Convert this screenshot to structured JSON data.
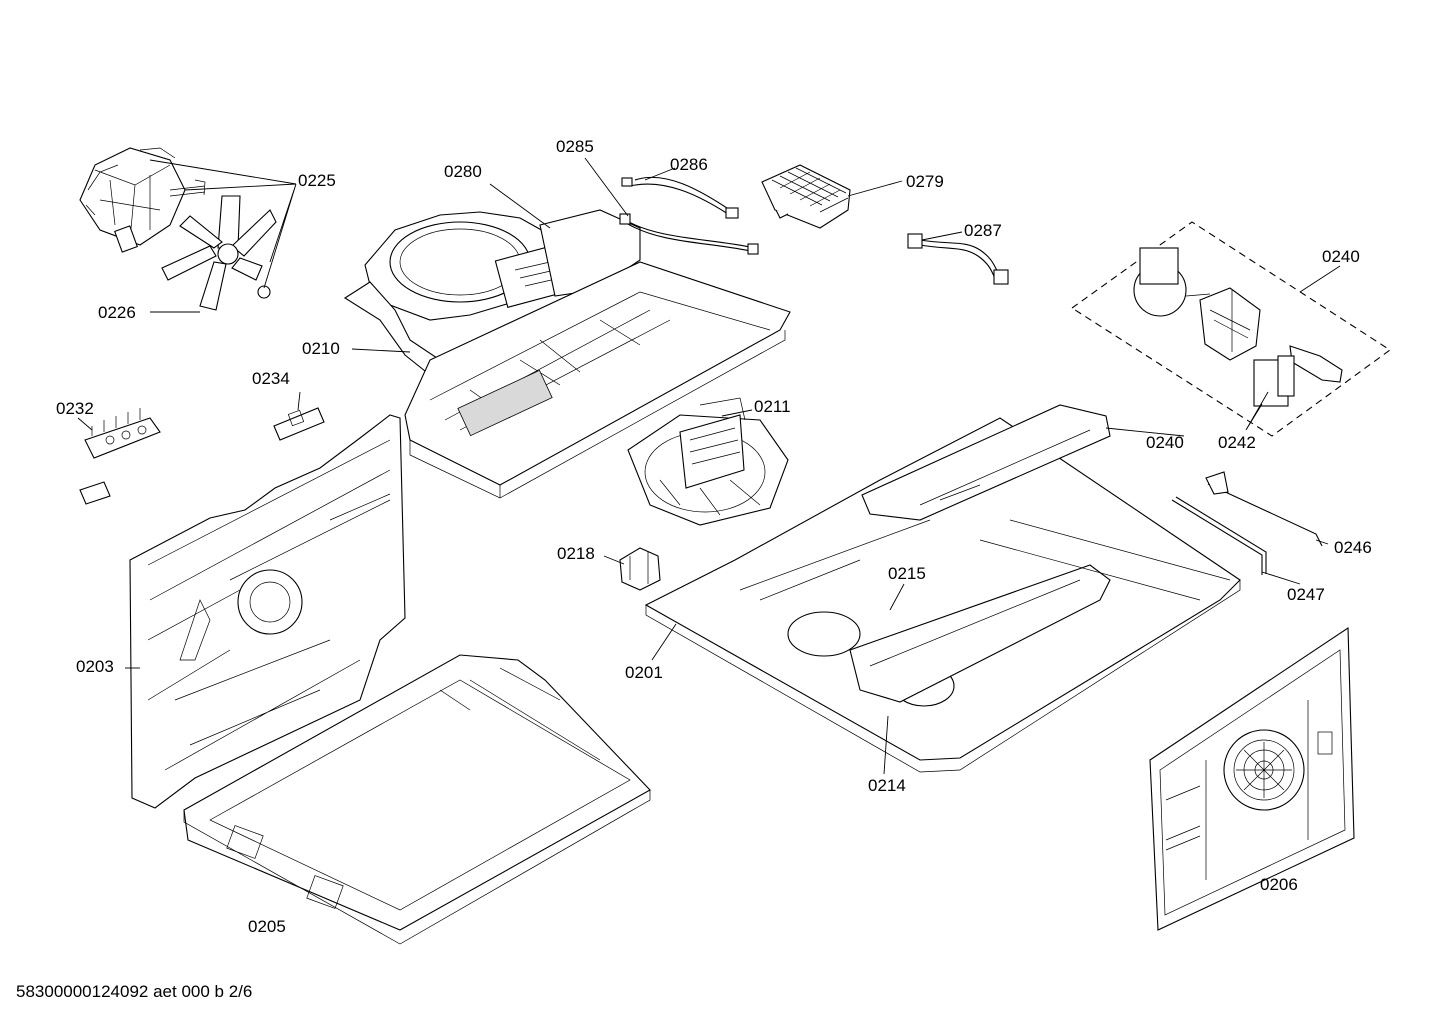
{
  "labels": {
    "p0225": "0225",
    "p0226": "0226",
    "p0280": "0280",
    "p0285": "0285",
    "p0286": "0286",
    "p0279": "0279",
    "p0287": "0287",
    "p0240a": "0240",
    "p0240b": "0240",
    "p0242": "0242",
    "p0210": "0210",
    "p0234": "0234",
    "p0232": "0232",
    "p0211": "0211",
    "p0218": "0218",
    "p0215": "0215",
    "p0246": "0246",
    "p0247": "0247",
    "p0203": "0203",
    "p0201": "0201",
    "p0214": "0214",
    "p0206": "0206",
    "p0205": "0205"
  },
  "footer": {
    "code": "58300000124092 aet 000 b 2/6"
  }
}
